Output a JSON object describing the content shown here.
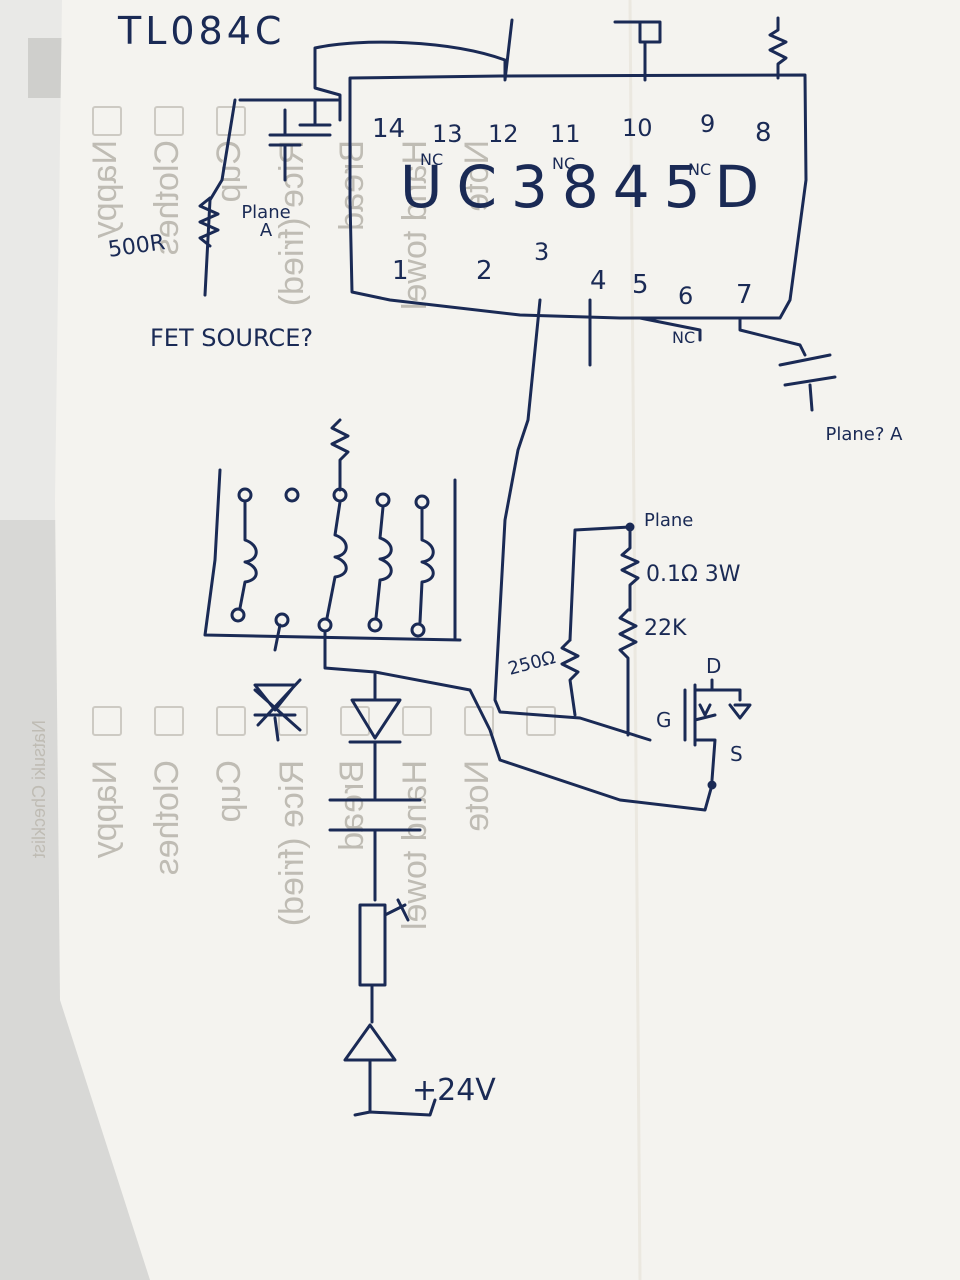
{
  "notes": {
    "title": "TL084C",
    "chip_name": "UC3845D",
    "pin_numbers_top": [
      "14",
      "13",
      "12",
      "11",
      "10",
      "9",
      "8"
    ],
    "pin_numbers_bottom": [
      "1",
      "2",
      "3",
      "4",
      "5",
      "6",
      "7"
    ],
    "nc_labels": [
      "NC",
      "NC",
      "NC",
      "NC"
    ],
    "resistor_500r": "500R",
    "plane_a_left": "Plane A",
    "fet_source": "FET SOURCE?",
    "plane_a_right": "Plane? A",
    "plane_top": "Plane",
    "r_sense": "0.1Ω 3W",
    "r_22k": "22K",
    "r_250": "250Ω",
    "mosfet_drain": "D",
    "mosfet_gate": "G",
    "mosfet_source": "S",
    "supply": "+24V"
  },
  "show_through": {
    "heading": "Natsuki Checklist",
    "items_upper": [
      "Nappy",
      "Clothes",
      "Cup",
      "Rice (fried)",
      "Bread",
      "Hand towel",
      "Note"
    ],
    "items_lower": [
      "Nappy",
      "Clothes",
      "Cup",
      "Rice (fried)",
      "Bread",
      "Hand towel",
      "Note"
    ]
  },
  "colors": {
    "ink": "#1a2a55",
    "paper": "#f4f3ef",
    "show_through": "#bfbcb4",
    "background": "#d9d9d6"
  }
}
